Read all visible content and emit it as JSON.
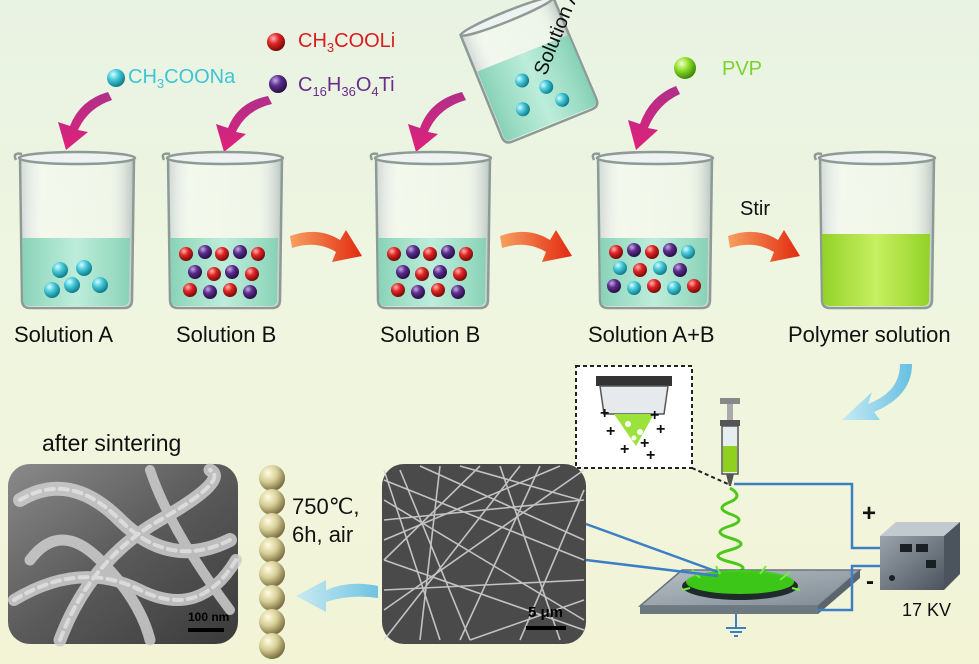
{
  "reagents": {
    "sodium_acetate": {
      "base": "CH",
      "s1": "3",
      "rest": "COONa",
      "color": "#3fc4d6"
    },
    "lithium_acetate": {
      "base": "CH",
      "s1": "3",
      "rest": "COOLi",
      "color": "#d81e1e"
    },
    "titanium_butoxide": {
      "p1": "C",
      "s1": "16",
      "p2": "H",
      "s2": "36",
      "p3": "O",
      "s3": "4",
      "p4": "Ti",
      "color": "#6a2c8a"
    },
    "polymer": {
      "label": "PVP",
      "color": "#7bd32a"
    }
  },
  "pour_label": "Solution A",
  "beakers": [
    {
      "label": "Solution A"
    },
    {
      "label": "Solution B"
    },
    {
      "label": "Solution B"
    },
    {
      "label": "Solution A+B"
    },
    {
      "label": "Polymer solution"
    }
  ],
  "stir_label": "Stir",
  "sintering": {
    "heading": "after sintering",
    "cond_line1": "750℃,",
    "cond_line2": "6h, air"
  },
  "scale_bars": {
    "sem_sintered": "100 nm",
    "sem_fibers": "5 μm"
  },
  "electrospinning": {
    "plus": "+",
    "minus": "-",
    "voltage": "17 KV"
  },
  "colors": {
    "liquid": "#9fe0c7",
    "polymer_liquid": "#a6e033",
    "arrow_red": "#e8401e",
    "arrow_magenta": "#c0207a",
    "arrow_cyan": "#5bc3e8",
    "wire": "#3b7fc4",
    "fiber_green": "#5fd81a"
  }
}
